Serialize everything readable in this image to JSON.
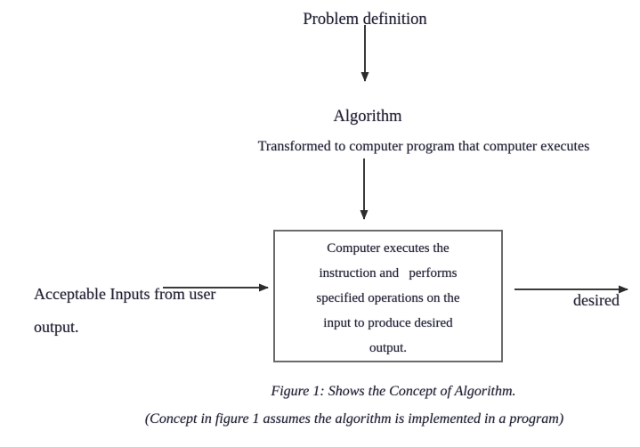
{
  "diagram": {
    "problem_definition": "Problem definition",
    "algorithm": "Algorithm",
    "transformed_note": "Transformed to computer program that computer executes",
    "process_box": "Computer executes the\ninstruction and   performs\nspecified operations on the\ninput to produce desired\noutput.",
    "input_label": "Acceptable Inputs from user",
    "output_label": "output.",
    "desired_label": "desired"
  },
  "caption": {
    "line1": "Figure 1: Shows the Concept of Algorithm.",
    "line2": "(Concept in figure 1 assumes the algorithm is implemented in a program)"
  },
  "colors": {
    "text": "#222233",
    "arrow": "#3a3a3a",
    "arrow_head": "#2c2c2c",
    "box_border": "#6b6b6b",
    "background": "#ffffff"
  }
}
